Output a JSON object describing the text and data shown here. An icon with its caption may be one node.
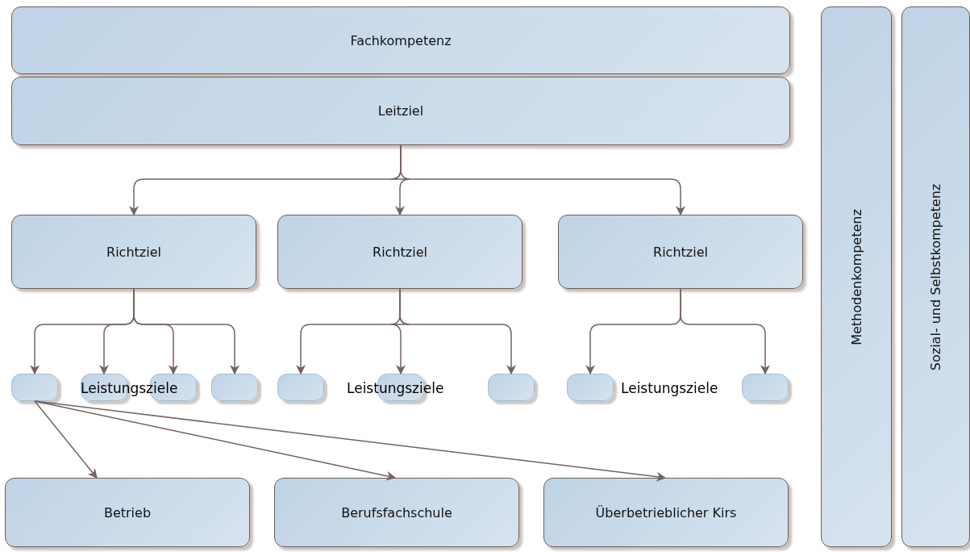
{
  "diagram": {
    "nodes": [
      {
        "text": [
          "Fachkompetenz"
        ]
      },
      {
        "text": [
          "Leitziel"
        ]
      },
      {
        "text": [
          "Richtziel"
        ]
      },
      {
        "text": [
          "Richtziel"
        ]
      },
      {
        "text": [
          "Richtziel"
        ]
      },
      {
        "text": [
          "Methodenkompetenz"
        ]
      },
      {
        "text": [
          "Sozial- und Selbstkompetenz"
        ]
      },
      {
        "text": [],
        "shape": "box"
      },
      {
        "text": [],
        "shape": "box"
      },
      {
        "text": [],
        "shape": "box"
      },
      {
        "text": [],
        "shape": "box"
      },
      {
        "text": [],
        "shape": "box"
      },
      {
        "text": [],
        "shape": "box"
      },
      {
        "text": [],
        "shape": "box"
      },
      {
        "text": [],
        "shape": "box"
      },
      {
        "text": [],
        "shape": "box"
      },
      {
        "text": [
          "Betrieb"
        ]
      },
      {
        "text": [
          "Berufsfachschule"
        ]
      },
      {
        "text": [
          "Überbetrieblicher Kirs"
        ]
      }
    ],
    "edges": [
      {
        "from": 1,
        "to": 2,
        "arrow": "to"
      },
      {
        "from": 1,
        "to": 3,
        "arrow": "to"
      },
      {
        "from": 1,
        "to": 4,
        "arrow": "to"
      },
      {
        "from": 2,
        "to": 7,
        "arrow": "to"
      },
      {
        "from": 2,
        "to": 8,
        "arrow": "to"
      },
      {
        "from": 2,
        "to": 9,
        "arrow": "to"
      },
      {
        "from": 2,
        "to": 10,
        "arrow": "to"
      },
      {
        "from": 3,
        "to": 11,
        "arrow": "to"
      },
      {
        "from": 3,
        "to": 12,
        "arrow": "to"
      },
      {
        "from": 3,
        "to": 13,
        "arrow": "to"
      },
      {
        "from": 4,
        "to": 14,
        "arrow": "to"
      },
      {
        "from": 4,
        "to": 15,
        "arrow": "to"
      },
      {
        "from": 7,
        "to": 16,
        "arrow": "to"
      },
      {
        "from": 7,
        "to": 17,
        "arrow": "to"
      },
      {
        "from": 7,
        "to": 18,
        "arrow": "to"
      }
    ],
    "labels": [
      "Leistungsziele",
      "Leistungsziele",
      "Leistungsziele"
    ]
  }
}
